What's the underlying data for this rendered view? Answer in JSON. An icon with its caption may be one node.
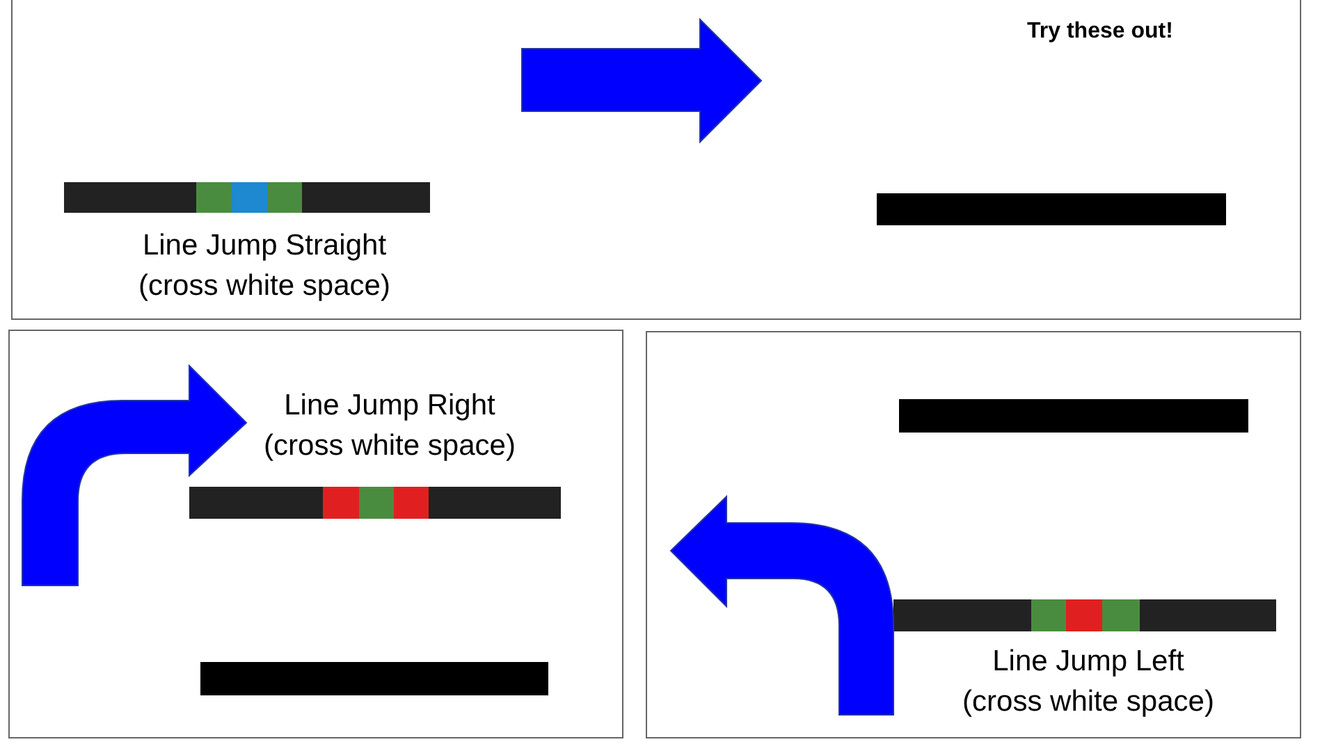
{
  "diagram": {
    "nodes": [
      {
        "text": [
          "Try these out!"
        ]
      },
      {
        "text": [],
        "shape": "bar",
        "in": 0,
        "beside": [
          "Line Jump Straight (cross white space)"
        ]
      },
      {
        "text": [],
        "shape": "bar",
        "in": 0
      },
      {
        "text": [],
        "shape": "box"
      },
      {
        "text": [],
        "shape": "bar",
        "in": 3,
        "beside": [
          "Line Jump Right (cross white space)"
        ]
      },
      {
        "text": [],
        "shape": "bar",
        "in": 3
      },
      {
        "text": [],
        "shape": "box"
      },
      {
        "text": [],
        "shape": "bar",
        "in": 6
      },
      {
        "text": [],
        "shape": "bar",
        "in": 6,
        "beside": [
          "Line Jump Left (cross white space)"
        ]
      }
    ]
  }
}
